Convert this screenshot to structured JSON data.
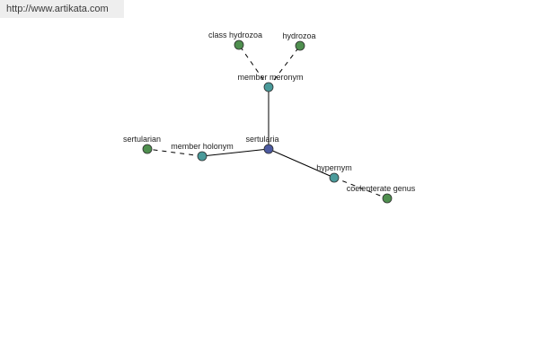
{
  "watermark": {
    "text": "http://www.artikata.com"
  },
  "colors": {
    "center": "#4c5aa0",
    "relation": "#4a9a9a",
    "leaf": "#4f8f4f",
    "edge": "#000000"
  },
  "graph": {
    "nodes": [
      {
        "id": "sertularia",
        "label": "sertularia",
        "kind": "center"
      },
      {
        "id": "member-meronym",
        "label": "member meronym",
        "kind": "relation"
      },
      {
        "id": "member-holonym",
        "label": "member holonym",
        "kind": "relation"
      },
      {
        "id": "hypernym",
        "label": "hypernym",
        "kind": "relation"
      },
      {
        "id": "class-hydrozoa",
        "label": "class hydrozoa",
        "kind": "leaf"
      },
      {
        "id": "hydrozoa",
        "label": "hydrozoa",
        "kind": "leaf"
      },
      {
        "id": "sertularian",
        "label": "sertularian",
        "kind": "leaf"
      },
      {
        "id": "coelenterate-genus",
        "label": "coelenterate genus",
        "kind": "leaf"
      }
    ],
    "edges": [
      {
        "from": "sertularia",
        "to": "member-meronym",
        "style": "solid"
      },
      {
        "from": "sertularia",
        "to": "member-holonym",
        "style": "solid"
      },
      {
        "from": "sertularia",
        "to": "hypernym",
        "style": "solid"
      },
      {
        "from": "member-meronym",
        "to": "class-hydrozoa",
        "style": "dashed"
      },
      {
        "from": "member-meronym",
        "to": "hydrozoa",
        "style": "dashed"
      },
      {
        "from": "member-holonym",
        "to": "sertularian",
        "style": "dashed"
      },
      {
        "from": "hypernym",
        "to": "coelenterate-genus",
        "style": "dashed"
      }
    ]
  }
}
